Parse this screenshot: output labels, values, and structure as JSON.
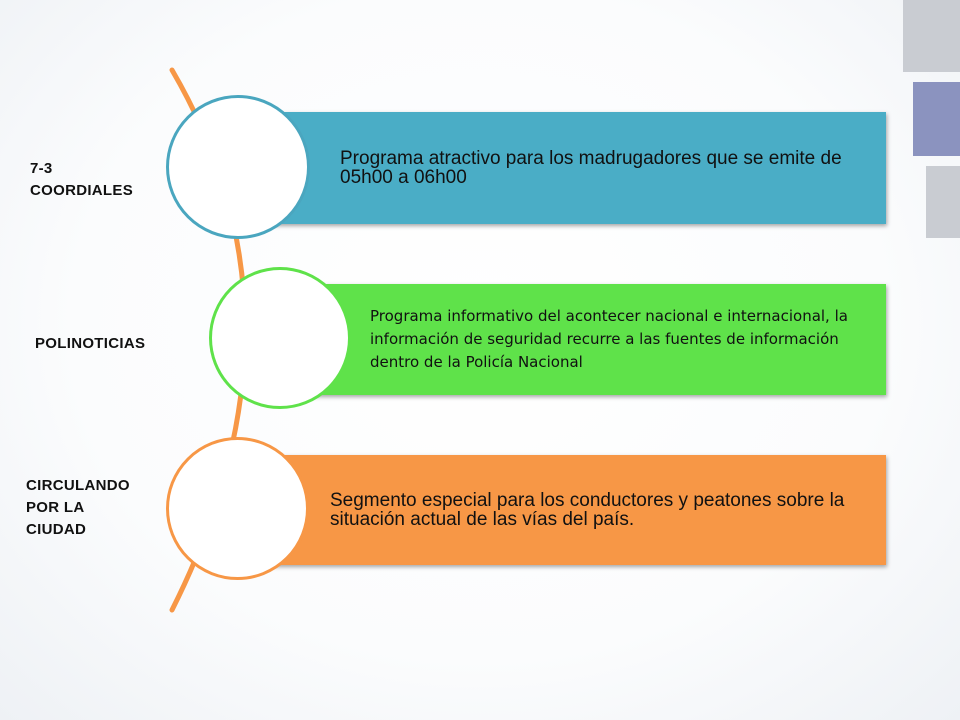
{
  "diagram": {
    "items": [
      {
        "label": "7-3\nCOORDIALES",
        "text": "Programa atractivo para los madrugadores que se emite de 05h00 a 06h00",
        "color": "#4aadc6"
      },
      {
        "label": "POLINOTICIAS",
        "text": "Programa informativo del acontecer nacional e internacional,  la información de seguridad recurre a las fuentes de información dentro de la Policía Nacional",
        "color": "#5fe24a"
      },
      {
        "label": "CIRCULANDO\nPOR LA\nCIUDAD",
        "text": "Segmento especial para los conductores y peatones sobre la situación actual de las vías del país.",
        "color": "#f79746"
      }
    ],
    "arc_color": "#f79746",
    "accent_colors": {
      "deco_gray": "#c9ccd2",
      "deco_blue": "#8b93bf"
    }
  }
}
